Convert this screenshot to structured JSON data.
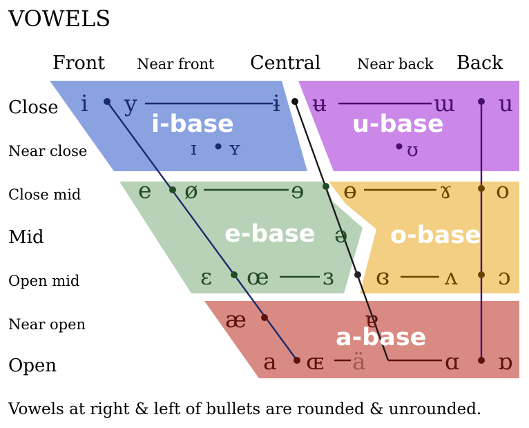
{
  "title": "VOWELS",
  "columns": {
    "front": "Front",
    "near_front": "Near front",
    "central": "Central",
    "near_back": "Near back",
    "back": "Back"
  },
  "rows": {
    "close": "Close",
    "near_close": "Near close",
    "close_mid": "Close mid",
    "mid": "Mid",
    "open_mid": "Open mid",
    "near_open": "Near open",
    "open": "Open"
  },
  "regions": {
    "i_base": {
      "label": "i-base",
      "color": "#8aa3e0"
    },
    "u_base": {
      "label": "u-base",
      "color": "#cc88e8"
    },
    "e_base": {
      "label": "e-base",
      "color": "#b7d2b7"
    },
    "o_base": {
      "label": "o-base",
      "color": "#f3cf83"
    },
    "a_base": {
      "label": "a-base",
      "color": "#d98a82"
    }
  },
  "vowels": {
    "i": "i",
    "y": "y",
    "i_bar": "ɨ",
    "u_bar": "ʉ",
    "turned_m": "ɯ",
    "u": "u",
    "small_cap_i": "ɪ",
    "small_cap_y": "ʏ",
    "upsilon": "ʊ",
    "e": "e",
    "o_slash": "ø",
    "rev_e": "ɘ",
    "barred_o": "ɵ",
    "rams_horn": "ɤ",
    "o": "o",
    "schwa": "ə",
    "epsilon": "ɛ",
    "oe": "œ",
    "rev_epsilon": "ɜ",
    "closed_rev_epsilon": "ɞ",
    "turned_v": "ʌ",
    "open_o": "ɔ",
    "ae": "æ",
    "turned_a": "ɐ",
    "a": "a",
    "small_cap_oe": "ɶ",
    "a_under": "ä",
    "script_a": "ɑ",
    "turned_script_a": "ɒ"
  },
  "footer": "Vowels at right & left of bullets are rounded & unrounded.",
  "colors": {
    "i_text": "#1c2a6b",
    "u_text": "#4a0f6b",
    "e_text": "#214b26",
    "o_text": "#6b4300",
    "a_text": "#5c110b"
  }
}
